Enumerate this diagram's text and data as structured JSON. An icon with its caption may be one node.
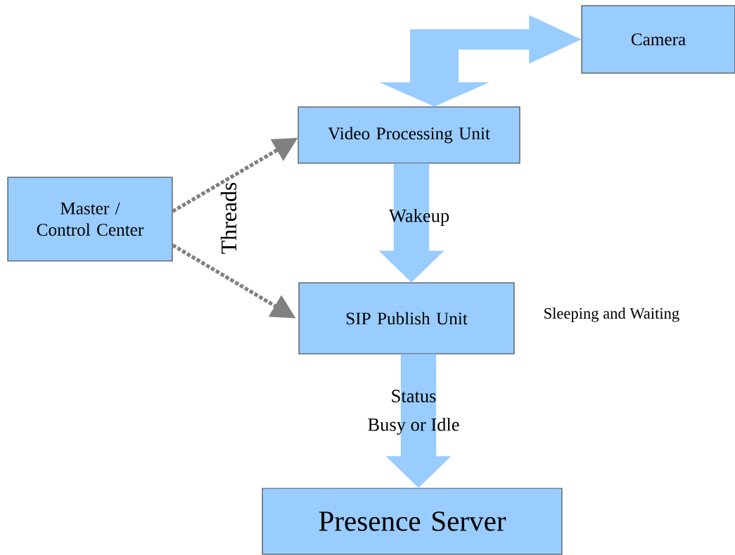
{
  "diagram": {
    "nodes": [
      {
        "text": [
          "Camera"
        ]
      },
      {
        "text": [
          "Video Processing Unit"
        ]
      },
      {
        "text": [
          "Master / Control Center"
        ]
      },
      {
        "text": [
          "SIP Publish Unit"
        ],
        "beside": [
          "Sleeping and Waiting"
        ]
      },
      {
        "text": [
          "Presence Server"
        ]
      }
    ],
    "edges": [
      {
        "from": 1,
        "to": 0,
        "arrow": "both",
        "style": "thick"
      },
      {
        "from": 2,
        "to": 1,
        "arrow": "to",
        "style": "dashed",
        "color": "#808080"
      },
      {
        "from": 2,
        "to": 3,
        "arrow": "to",
        "style": "dashed",
        "color": "#808080"
      },
      {
        "from": 1,
        "to": 3,
        "arrow": "to",
        "style": "thick",
        "label": "Wakeup"
      },
      {
        "from": 3,
        "to": 4,
        "arrow": "to",
        "style": "thick",
        "label": "Status"
      }
    ],
    "labels": [
      "Threads",
      "Busy or Idle"
    ]
  }
}
